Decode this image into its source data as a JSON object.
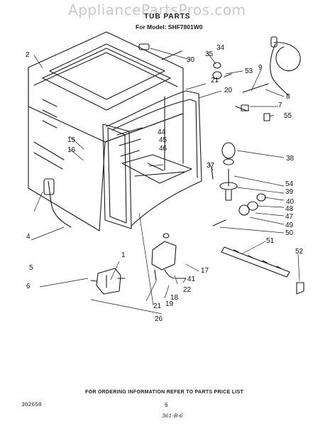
{
  "watermark": "AppliancePartsPros.com",
  "title": "TUB PARTS",
  "model_line": "For Model: SHF7801W0",
  "footer": {
    "ordering_note": "FOR ORDERING INFORMATION REFER TO PARTS PRICE LIST",
    "doc_code": "302650",
    "page_number": "6",
    "handwritten_note": "361-B-6"
  },
  "callouts": [
    "1",
    "2",
    "4",
    "5",
    "6",
    "7",
    "8",
    "9",
    "15",
    "16",
    "17",
    "18",
    "19",
    "20",
    "21",
    "21",
    "22",
    "26",
    "30",
    "34",
    "35",
    "37",
    "38",
    "39",
    "40",
    "41",
    "44",
    "45",
    "46",
    "47",
    "48",
    "49",
    "50",
    "51",
    "52",
    "53",
    "54",
    "55"
  ]
}
